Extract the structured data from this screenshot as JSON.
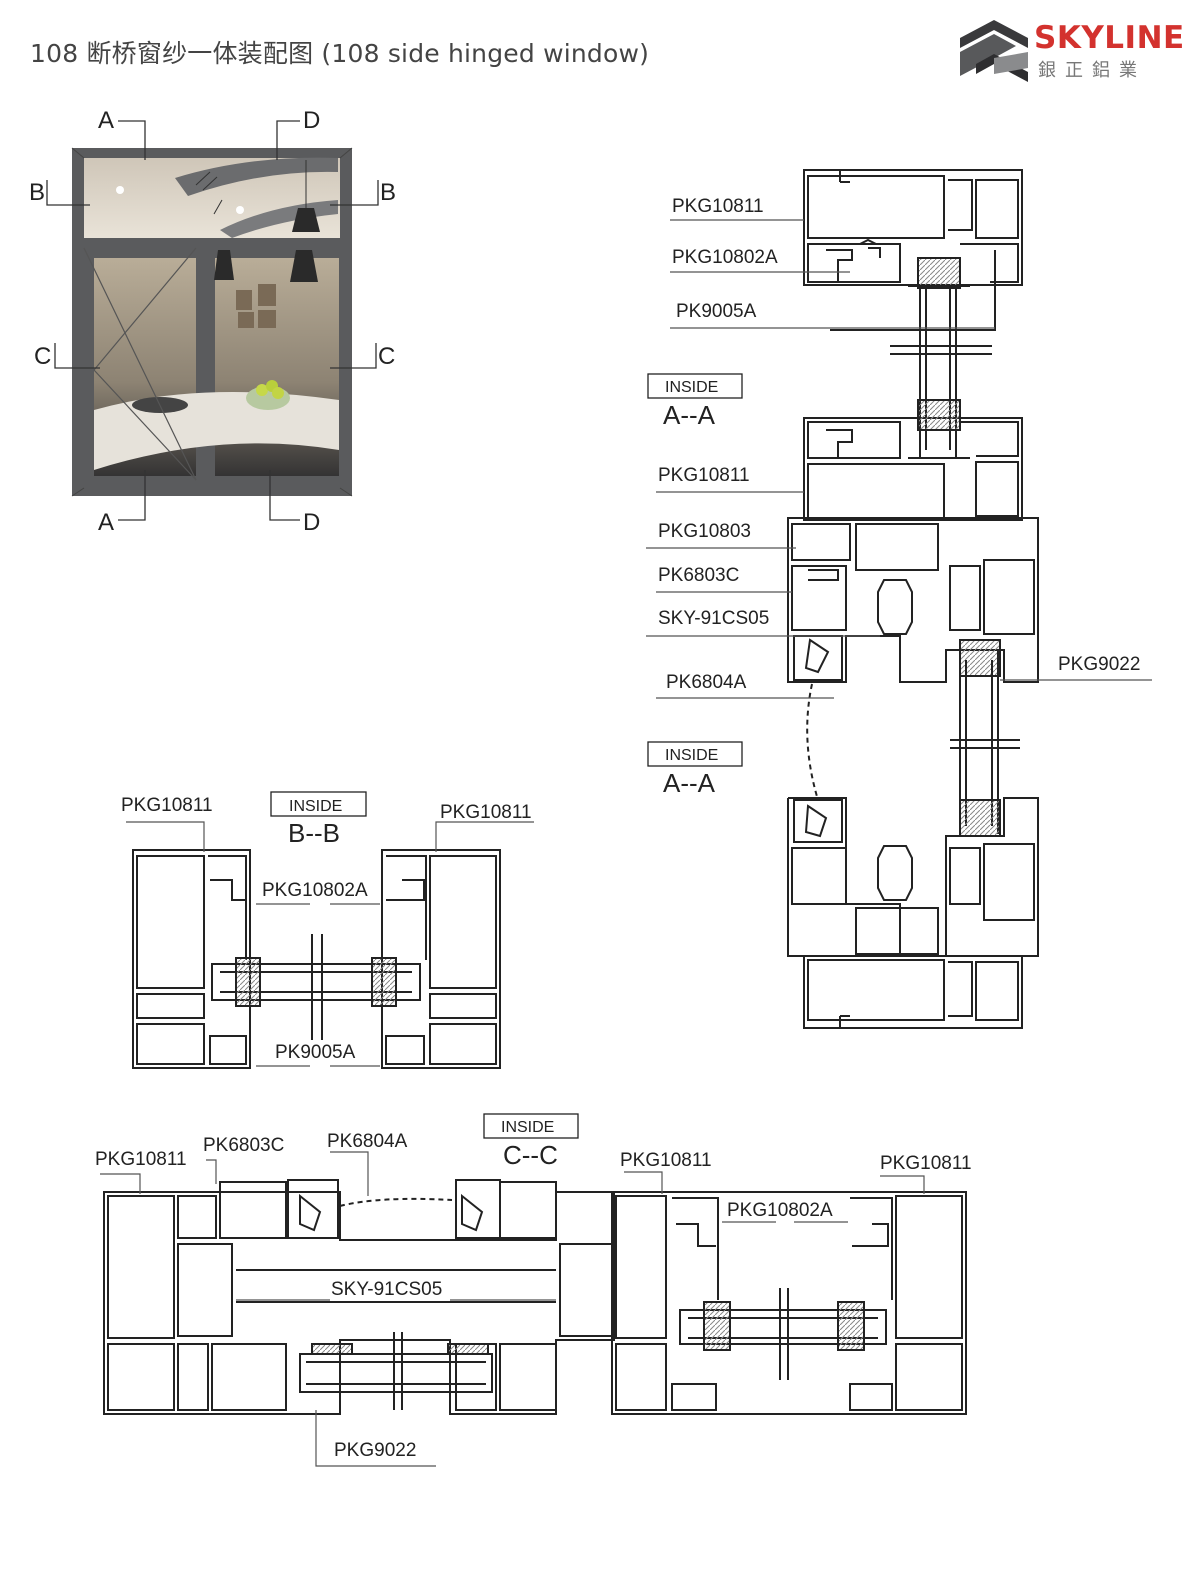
{
  "title": "108 断桥窗纱一体装配图 (108 side hinged window)",
  "logo": {
    "word": "SKYLINE",
    "cn": "銀正鋁業"
  },
  "elevation": {
    "letters": [
      "A",
      "D",
      "B",
      "B",
      "C",
      "C",
      "A",
      "D"
    ]
  },
  "inside_label": "INSIDE",
  "sections": {
    "aa_top": {
      "name": "A--A",
      "labels": [
        "PKG10811",
        "PKG10802A",
        "PK9005A"
      ]
    },
    "aa_bottom": {
      "name": "A--A",
      "labels": [
        "PKG10811",
        "PKG10803",
        "PK6803C",
        "SKY-91CS05",
        "PK6804A",
        "PKG9022"
      ]
    },
    "bb": {
      "name": "B--B",
      "labels": [
        "PKG10811",
        "PKG10811",
        "PKG10802A",
        "PK9005A"
      ]
    },
    "cc": {
      "name": "C--C",
      "labels": [
        "PKG10811",
        "PK6803C",
        "PK6804A",
        "PKG10811",
        "PKG10811",
        "PKG10802A",
        "SKY-91CS05",
        "PKG9022"
      ]
    }
  },
  "colors": {
    "brand_red": "#d3322e",
    "frame": "#5a5b5d",
    "line": "#333333"
  }
}
